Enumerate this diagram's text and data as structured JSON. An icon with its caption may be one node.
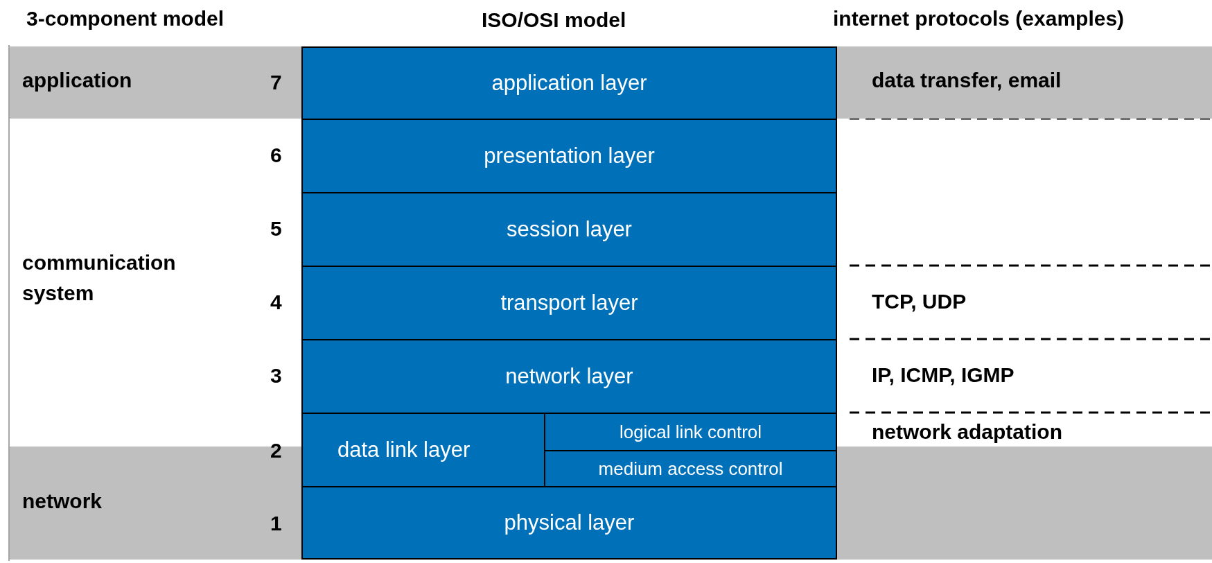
{
  "diagram": {
    "nodes": [
      {
        "text": [
          "application"
        ]
      },
      {
        "text": [
          "network"
        ]
      },
      {
        "text": [
          "application layer"
        ]
      },
      {
        "text": [
          "presentation layer"
        ]
      },
      {
        "text": [
          "session layer"
        ]
      },
      {
        "text": [
          "transport layer"
        ]
      },
      {
        "text": [
          "network layer"
        ]
      },
      {
        "text": [
          "data link layer"
        ]
      },
      {
        "text": [
          "logical link control"
        ],
        "in": 7
      },
      {
        "text": [
          "medium access control"
        ],
        "in": 7
      },
      {
        "text": [
          "physical layer"
        ]
      },
      {
        "text": [
          "data transfer, email"
        ]
      },
      {
        "text": [],
        "shape": "box"
      }
    ],
    "edges": [],
    "labels": [
      "3-component model",
      "ISO/OSI model",
      "internet protocols (examples)",
      "7",
      "6",
      "5",
      "communication system",
      "4",
      "TCP, UDP",
      "3",
      "IP, ICMP, IGMP",
      "network adaptation",
      "2",
      "1"
    ]
  }
}
